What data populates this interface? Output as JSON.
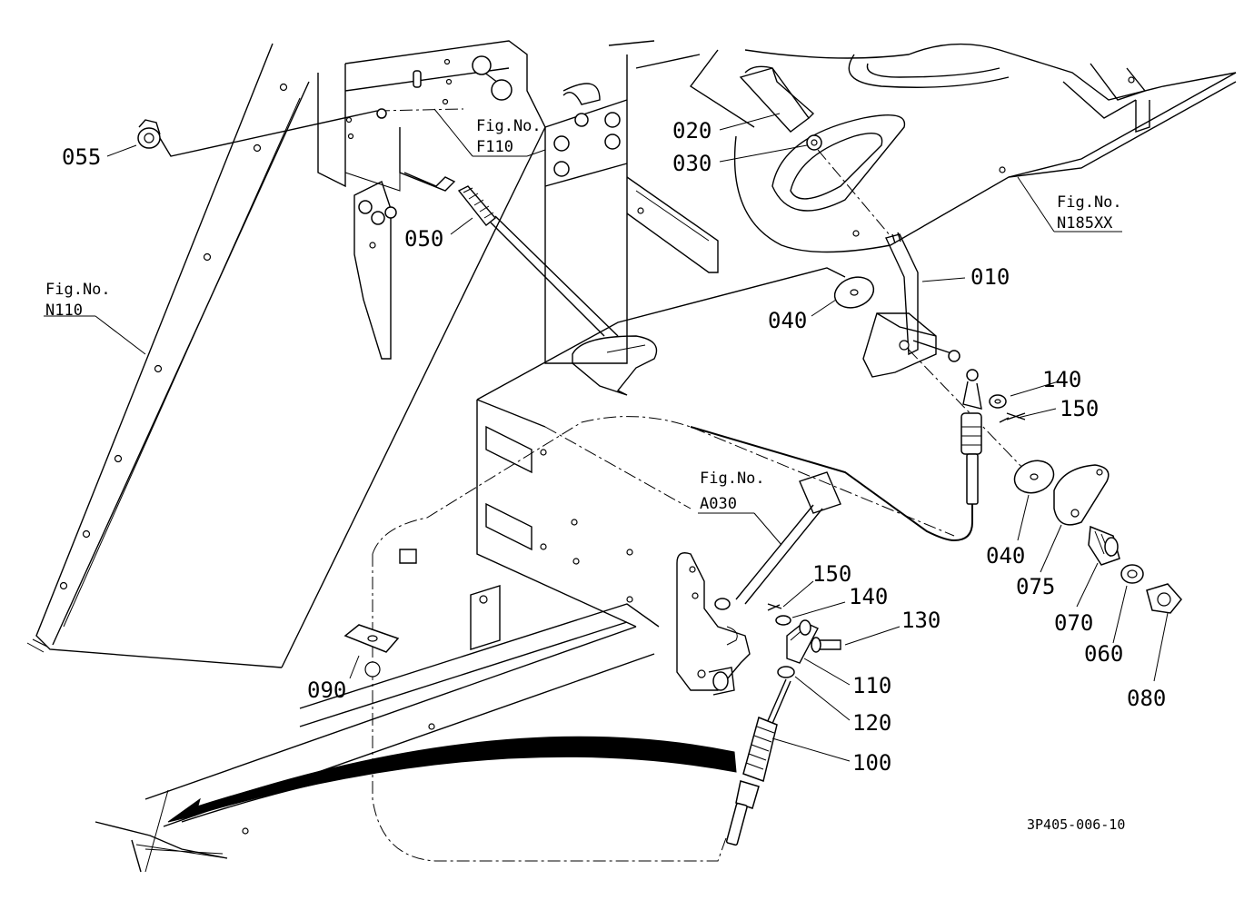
{
  "diagram": {
    "drawing_number": "3P405-006-10",
    "figure_refs": [
      {
        "id": "f110",
        "line1": "Fig.No.",
        "line2": "F110"
      },
      {
        "id": "n185xx",
        "line1": "Fig.No.",
        "line2": "N185XX"
      },
      {
        "id": "n110",
        "line1": "Fig.No.",
        "line2": "N110"
      },
      {
        "id": "a030",
        "line1": "Fig.No.",
        "line2": "A030"
      }
    ],
    "callouts": {
      "c010": "010",
      "c020": "020",
      "c030": "030",
      "c040a": "040",
      "c040b": "040",
      "c050": "050",
      "c055": "055",
      "c060": "060",
      "c070": "070",
      "c075": "075",
      "c080": "080",
      "c090": "090",
      "c100": "100",
      "c110": "110",
      "c120": "120",
      "c130": "130",
      "c140a": "140",
      "c140b": "140",
      "c150a": "150",
      "c150b": "150"
    }
  }
}
